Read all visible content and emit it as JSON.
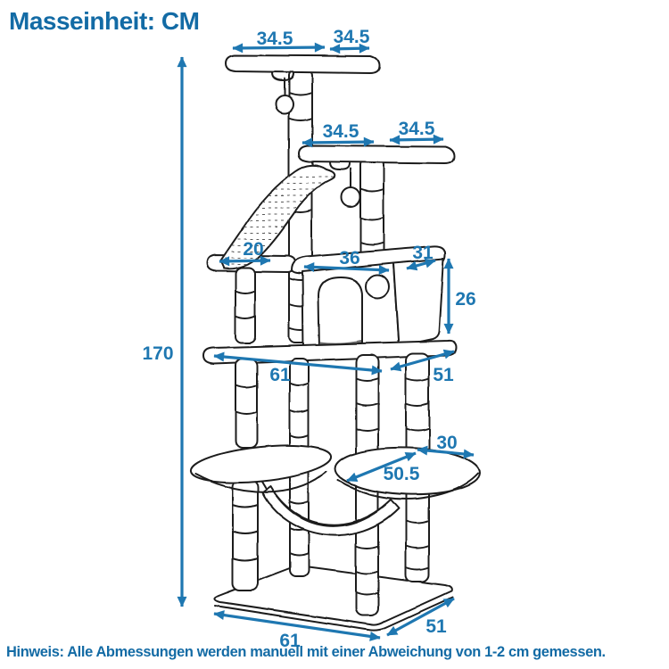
{
  "title": "Masseinheit: CM",
  "footnote": "Hinweis: Alle Abmessungen werden manuell mit einer Abweichung von 1-2 cm gemessen.",
  "colors": {
    "accent_blue": "#1e77b1",
    "text_blue": "#136ba5",
    "sketch_ink": "#1c1c1c",
    "background": "#ffffff"
  },
  "diagram": {
    "type": "dimension-diagram",
    "subject": "cat scratching tree",
    "unit": "cm",
    "labels": {
      "total_height": "170",
      "top_perch_left": "34.5",
      "top_perch_right": "34.5",
      "upper_perch_left": "34.5",
      "upper_perch_right": "34.5",
      "scratch_wave_width": "20",
      "condo_front_width": "36",
      "condo_side_depth": "31",
      "condo_height": "26",
      "mid_platform_length": "61",
      "mid_platform_depth": "51",
      "low_platform_depth": "30",
      "low_platform_length": "50.5",
      "base_length": "61",
      "base_depth": "51"
    }
  }
}
